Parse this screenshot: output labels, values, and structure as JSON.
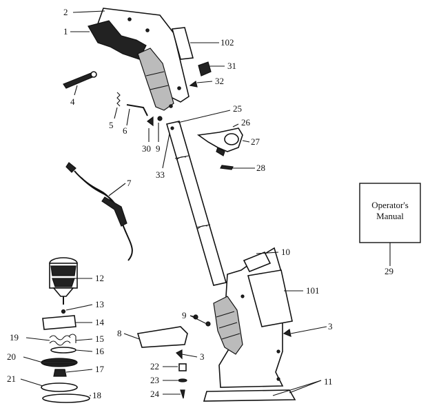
{
  "diagram": {
    "manual_box": {
      "line1": "Operator's",
      "line2": "Manual"
    },
    "callouts": [
      "2",
      "1",
      "102",
      "31",
      "32",
      "4",
      "5",
      "6",
      "25",
      "26",
      "27",
      "30",
      "9",
      "33",
      "28",
      "7",
      "29",
      "10",
      "12",
      "101",
      "13",
      "14",
      "9",
      "8",
      "3",
      "19",
      "15",
      "16",
      "20",
      "3",
      "17",
      "22",
      "23",
      "21",
      "24",
      "18",
      "11"
    ]
  }
}
